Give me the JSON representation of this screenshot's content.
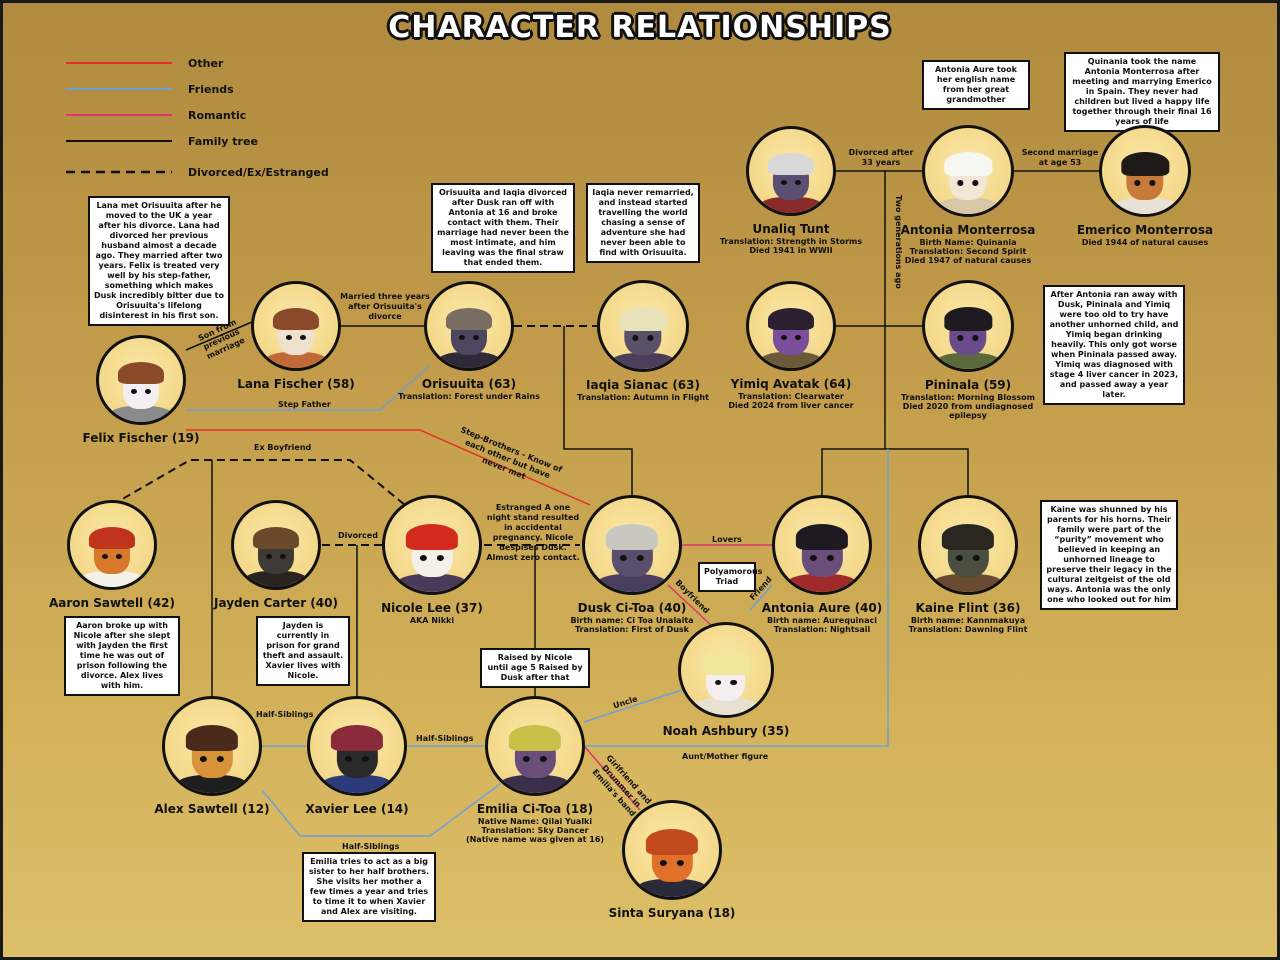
{
  "title": "CHARACTER RELATIONSHIPS",
  "legend": {
    "other": "Other",
    "friends": "Friends",
    "romantic": "Romantic",
    "family": "Family tree",
    "divorced": "Divorced/Ex/Estranged"
  },
  "colors": {
    "other": "#e0302a",
    "friends": "#6f9fd6",
    "romantic": "#e0336f",
    "family": "#111111"
  },
  "characters": {
    "unaliq": {
      "name": "Unaliq Tunt",
      "sub": [
        "Translation: Strength in Storms",
        "Died 1941 in WWII"
      ]
    },
    "antonia_m": {
      "name": "Antonia Monterrosa",
      "sub": [
        "Birth Name: Quinania",
        "Translation: Second Spirit",
        "Died 1947 of natural causes"
      ]
    },
    "emerico": {
      "name": "Emerico Monterrosa",
      "sub": [
        "Died 1944 of natural causes"
      ]
    },
    "lana": {
      "name": "Lana Fischer (58)",
      "sub": []
    },
    "orisuuita": {
      "name": "Orisuuita (63)",
      "sub": [
        "Translation: Forest under Rains"
      ]
    },
    "iaqia": {
      "name": "Iaqia Sianac (63)",
      "sub": [
        "Translation: Autumn in Flight"
      ]
    },
    "yimiq": {
      "name": "Yimiq Avatak (64)",
      "sub": [
        "Translation: Clearwater",
        "Died 2024 from liver cancer"
      ]
    },
    "pininala": {
      "name": "Pininala (59)",
      "sub": [
        "Translation: Morning Blossom",
        "Died 2020 from undiagnosed",
        "epilepsy"
      ]
    },
    "felix": {
      "name": "Felix Fischer (19)",
      "sub": []
    },
    "aaron": {
      "name": "Aaron Sawtell (42)",
      "sub": []
    },
    "jayden": {
      "name": "Jayden Carter (40)",
      "sub": []
    },
    "nicole": {
      "name": "Nicole Lee (37)",
      "sub": [
        "AKA Nikki"
      ]
    },
    "dusk": {
      "name": "Dusk Ci-Toa (40)",
      "sub": [
        "Birth name: Ci Toa Unalaita",
        "Translation: First of Dusk"
      ]
    },
    "antonia_a": {
      "name": "Antonia Aure (40)",
      "sub": [
        "Birth name: Aurequinaci",
        "Translation: Nightsail"
      ]
    },
    "kaine": {
      "name": "Kaine Flint (36)",
      "sub": [
        "Birth name: Kannmakuya",
        "Translation: Dawning Flint"
      ]
    },
    "noah": {
      "name": "Noah Ashbury (35)",
      "sub": []
    },
    "alex": {
      "name": "Alex Sawtell (12)",
      "sub": []
    },
    "xavier": {
      "name": "Xavier Lee (14)",
      "sub": []
    },
    "emilia": {
      "name": "Emilia Ci-Toa (18)",
      "sub": [
        "Native Name: Qilai Yualki",
        "Translation: Sky Dancer",
        "(Native name was given at 16)"
      ]
    },
    "sinta": {
      "name": "Sinta Suryana (18)",
      "sub": []
    }
  },
  "notes": {
    "antonia_aure_name": "Antonia Aure took her english name from her great grandmother",
    "quinania": "Quinania took the name Antonia Monterrosa after meeting and marrying Emerico in Spain. They never had children but lived a happy life together through their final 16 years of life",
    "lana": "Lana met Orisuuita after he moved to the UK a year after his divorce. Lana had divorced her previous husband almost a decade ago. They married after two years. Felix is treated very well by his step-father, something which makes Dusk incredibly bitter due to Orisuuita's lifelong disinterest in his first son.",
    "orisuuita_iaqia": "Orisuuita and Iaqia divorced after Dusk ran off with Antonia at 16 and broke contact with them. Their marriage had never been the most intimate, and him leaving was the final straw that ended them.",
    "iaqia": "Iaqia never remarried, and instead started travelling the world chasing a sense of adventure she had never been able to find with Orisuuita.",
    "pininala": "After Antonia ran away with Dusk, Pininala and Yimiq were too old to try have another unhorned child, and Yimiq began drinking heavily. This only got worse when Pininala passed away. Yimiq was diagnosed with stage 4 liver cancer in 2023, and passed away a year later.",
    "kaine": "Kaine was shunned by his parents for his horns. Their family were part of the “purity” movement who believed in keeping an unhorned lineage to preserve their legacy in the cultural zeitgeist of the old ways. Antonia was the only one who looked out for him",
    "aaron": "Aaron broke up with Nicole after she slept with Jayden the first time he was out of prison following the divorce. Alex lives with him.",
    "jayden": "Jayden is currently in prison for grand theft and assault. Xavier lives with Nicole.",
    "polyamorous": "Polyamorous Triad",
    "raised": "Raised by Nicole until age 5 Raised by Dusk after that",
    "emilia": "Emilia tries to act as a big sister to her half brothers. She visits her mother a few times a year and tries to time it to when Xavier and Alex are visiting."
  },
  "labels": {
    "divorced_after": "Divorced after 33 years",
    "second_marriage": "Second marriage at age 53",
    "two_generations": "Two generations ago",
    "married_three": "Married three years after Orisuuita's divorce",
    "son_prev": "Son from previous marriage",
    "step_father": "Step Father",
    "ex_boyfriend": "Ex Boyfriend",
    "step_brothers": "Step-Brothers - Know of each other but have never met",
    "estranged": "Estranged A one night stand resulted in accidental pregnancy. Nicole despises Dusk. Almost zero contact.",
    "divorced": "Divorced",
    "lovers": "Lovers",
    "boyfriend": "Boyfriend",
    "friend": "Friend",
    "uncle": "Uncle",
    "aunt_mother": "Aunt/Mother figure",
    "half_siblings": "Half-Siblings",
    "girlfriend": "Girlfriend and Drummer in Emilia's band"
  },
  "avatars": {
    "unaliq": {
      "skin": "#5a4e72",
      "hair": "#d8d8d8",
      "body": "#8a2a2a"
    },
    "antonia_m": {
      "skin": "#f2e6d6",
      "hair": "#f7f7f2",
      "body": "#d8c8a8"
    },
    "emerico": {
      "skin": "#c87a3a",
      "hair": "#1e1a18",
      "body": "#e8e2d6"
    },
    "lana": {
      "skin": "#f0e0d0",
      "hair": "#8a4a2a",
      "body": "#c06a3a"
    },
    "orisuuita": {
      "skin": "#4e4660",
      "hair": "#7a6e62",
      "body": "#2e2a3a"
    },
    "iaqia": {
      "skin": "#5a5068",
      "hair": "#e8e2b8",
      "body": "#4a3e5a"
    },
    "yimiq": {
      "skin": "#7a4e9a",
      "hair": "#2a2030",
      "body": "#6a5a3a"
    },
    "pininala": {
      "skin": "#6a4a8a",
      "hair": "#1e1a20",
      "body": "#5a6a3a"
    },
    "felix": {
      "skin": "#f2eef2",
      "hair": "#8a4a2a",
      "body": "#8a8a8a"
    },
    "aaron": {
      "skin": "#d8782a",
      "hair": "#c0341e",
      "body": "#f4f0ea"
    },
    "jayden": {
      "skin": "#3e3a36",
      "hair": "#6a4a2a",
      "body": "#2a2420"
    },
    "nicole": {
      "skin": "#f4f0ea",
      "hair": "#d42a1e",
      "body": "#4a3a5a"
    },
    "dusk": {
      "skin": "#5a4e6e",
      "hair": "#c8c8c0",
      "body": "#4a3e5e"
    },
    "antonia_a": {
      "skin": "#6a4e7a",
      "hair": "#1e1a22",
      "body": "#a02a2a"
    },
    "kaine": {
      "skin": "#4a4e3e",
      "hair": "#2a2620",
      "body": "#6a4a30"
    },
    "noah": {
      "skin": "#f4eef0",
      "hair": "#f2e69a",
      "body": "#e8e0d0"
    },
    "alex": {
      "skin": "#d8923a",
      "hair": "#4a2a1a",
      "body": "#1e1e1e"
    },
    "xavier": {
      "skin": "#2a2a2a",
      "hair": "#8a2a3a",
      "body": "#2a3a7a"
    },
    "emilia": {
      "skin": "#6a4e7a",
      "hair": "#c8c048",
      "body": "#3a2e4a"
    },
    "sinta": {
      "skin": "#e0702a",
      "hair": "#c04a1e",
      "body": "#2a2a3a"
    }
  }
}
